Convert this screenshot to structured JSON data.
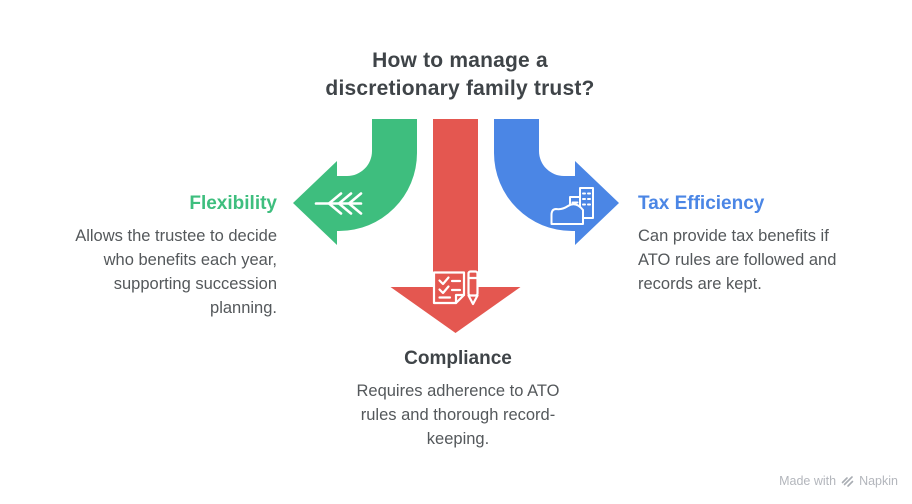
{
  "title": {
    "lines": [
      "How to manage a",
      "discretionary family trust?"
    ]
  },
  "colors": {
    "green": "#3EBE7E",
    "red": "#E45750",
    "blue": "#4B86E5",
    "heading_dark": "#3F4448",
    "body_text": "#54585B",
    "watermark_text": "#B3B6BC"
  },
  "sections": [
    {
      "label": "Flexibility",
      "icon": "branch-arrow-icon",
      "arrow": "curved-left-arrow",
      "body_lines": [
        "Allows the trustee to decide",
        "who benefits each year,",
        "supporting succession",
        "planning."
      ]
    },
    {
      "label": "Compliance",
      "icon": "checklist-pen-icon",
      "arrow": "straight-down-arrow",
      "body_lines": [
        "Requires adherence to ATO",
        "rules and thorough record-",
        "keeping."
      ]
    },
    {
      "label": "Tax Efficiency",
      "icon": "hand-buildings-icon",
      "arrow": "curved-right-arrow",
      "body_lines": [
        "Can provide tax benefits if",
        "ATO rules are followed and",
        "records are kept."
      ]
    }
  ],
  "watermark": {
    "prefix": "Made with",
    "brand": "Napkin"
  }
}
